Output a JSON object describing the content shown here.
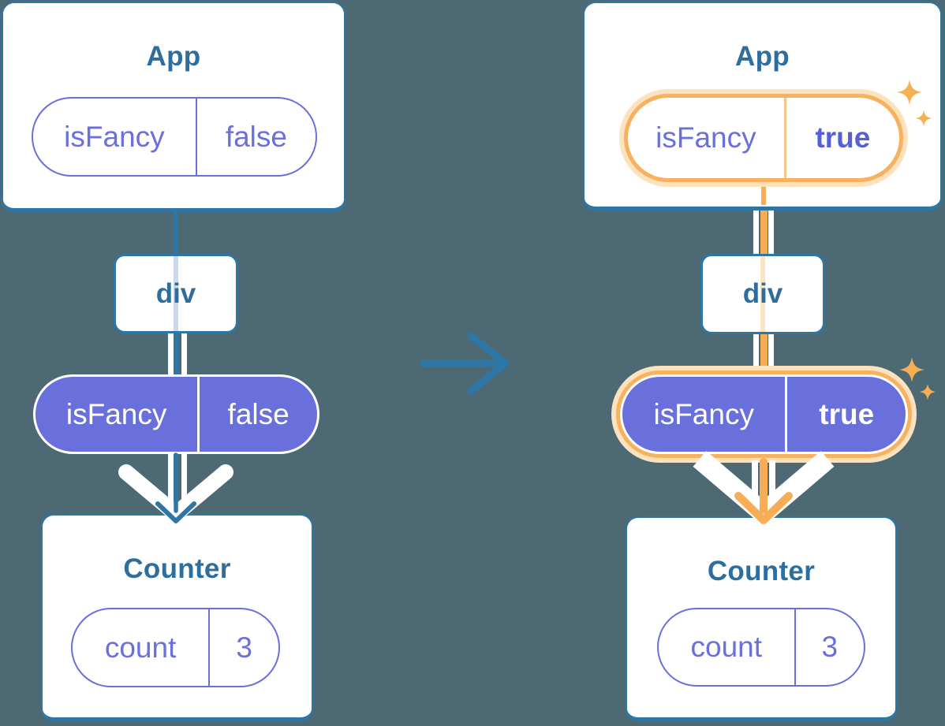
{
  "colors": {
    "background": "#4c6974",
    "line_blue": "#2e76a6",
    "heading_text": "#2d6e9e",
    "purple": "#6a70db",
    "orange": "#f6ad55",
    "orange_glow": "#fce3bd"
  },
  "icons": {
    "transition_arrow": "arrow-right",
    "highlight": "sparkle"
  },
  "before": {
    "app": {
      "title": "App",
      "prop": {
        "name": "isFancy",
        "value": "false"
      }
    },
    "div": {
      "label": "div"
    },
    "state_pill": {
      "name": "isFancy",
      "value": "false"
    },
    "counter": {
      "title": "Counter",
      "state": {
        "name": "count",
        "value": "3"
      }
    }
  },
  "after": {
    "app": {
      "title": "App",
      "prop": {
        "name": "isFancy",
        "value": "true"
      }
    },
    "div": {
      "label": "div"
    },
    "state_pill": {
      "name": "isFancy",
      "value": "true"
    },
    "counter": {
      "title": "Counter",
      "state": {
        "name": "count",
        "value": "3"
      }
    }
  }
}
